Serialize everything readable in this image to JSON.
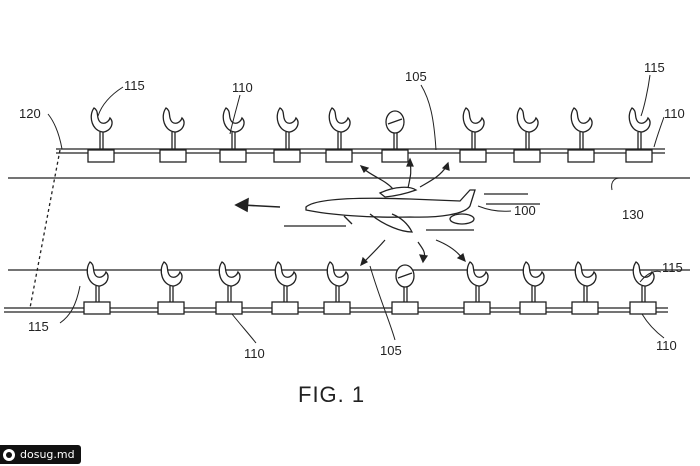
{
  "figure": {
    "caption": "FIG. 1",
    "labels": {
      "l120": "120",
      "l115_top_left": "115",
      "l110_top_left": "110",
      "l105_top": "105",
      "l115_top_right": "115",
      "l110_top_right": "110",
      "l100": "100",
      "l130": "130",
      "l115_bottom_right": "115",
      "l115_bottom_left": "115",
      "l110_bottom_mid": "110",
      "l105_bottom": "105",
      "l110_bottom_right": "110"
    }
  },
  "watermark": {
    "text": "dosug.md"
  }
}
